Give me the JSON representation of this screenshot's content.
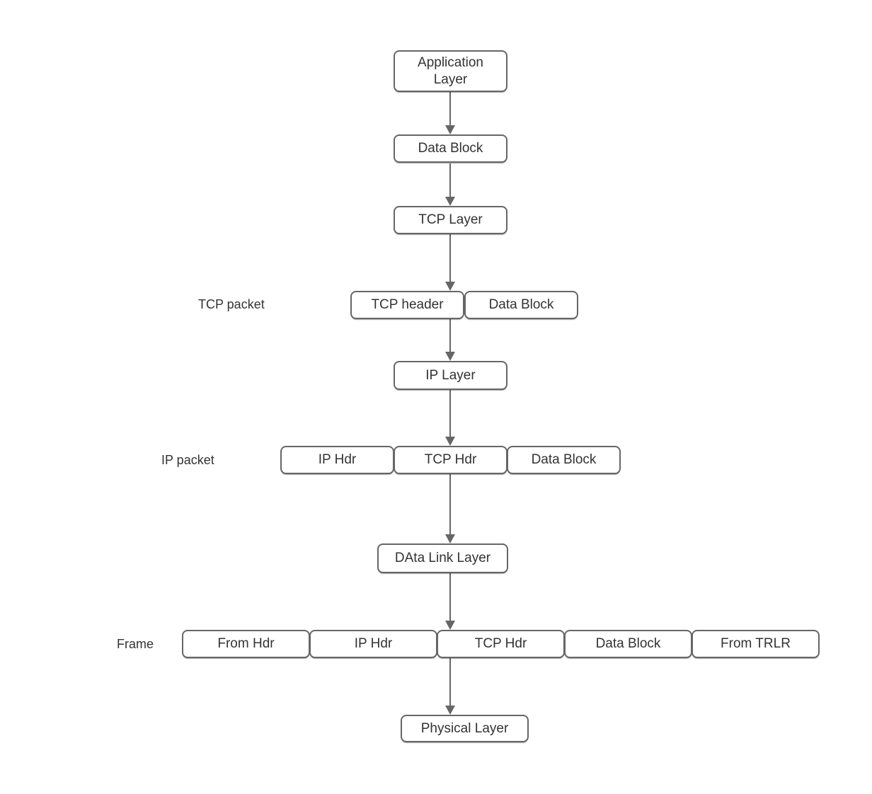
{
  "nodes": [
    {
      "id": "application-layer",
      "label": "Application Layer"
    },
    {
      "id": "data-block-1",
      "label": "Data Block"
    },
    {
      "id": "tcp-layer",
      "label": "TCP Layer"
    },
    {
      "id": "tcp-header",
      "label": "TCP header"
    },
    {
      "id": "data-block-2",
      "label": "Data Block"
    },
    {
      "id": "ip-layer",
      "label": "IP Layer"
    },
    {
      "id": "ip-hdr-1",
      "label": "IP Hdr"
    },
    {
      "id": "tcp-hdr-1",
      "label": "TCP Hdr"
    },
    {
      "id": "data-block-3",
      "label": "Data Block"
    },
    {
      "id": "data-link-layer",
      "label": "DAta Link Layer"
    },
    {
      "id": "from-hdr",
      "label": "From Hdr"
    },
    {
      "id": "ip-hdr-2",
      "label": "IP Hdr"
    },
    {
      "id": "tcp-hdr-2",
      "label": "TCP Hdr"
    },
    {
      "id": "data-block-4",
      "label": "Data Block"
    },
    {
      "id": "from-trlr",
      "label": "From TRLR"
    },
    {
      "id": "physical-layer",
      "label": "Physical Layer"
    }
  ],
  "row_labels": [
    {
      "id": "tcp-packet",
      "label": "TCP packet"
    },
    {
      "id": "ip-packet",
      "label": "IP packet"
    },
    {
      "id": "frame",
      "label": "Frame"
    }
  ],
  "colors": {
    "box_border": "#666666",
    "arrow": "#666666",
    "text": "#333333",
    "box_fill": "#ffffff",
    "canvas": "#ffffff"
  }
}
